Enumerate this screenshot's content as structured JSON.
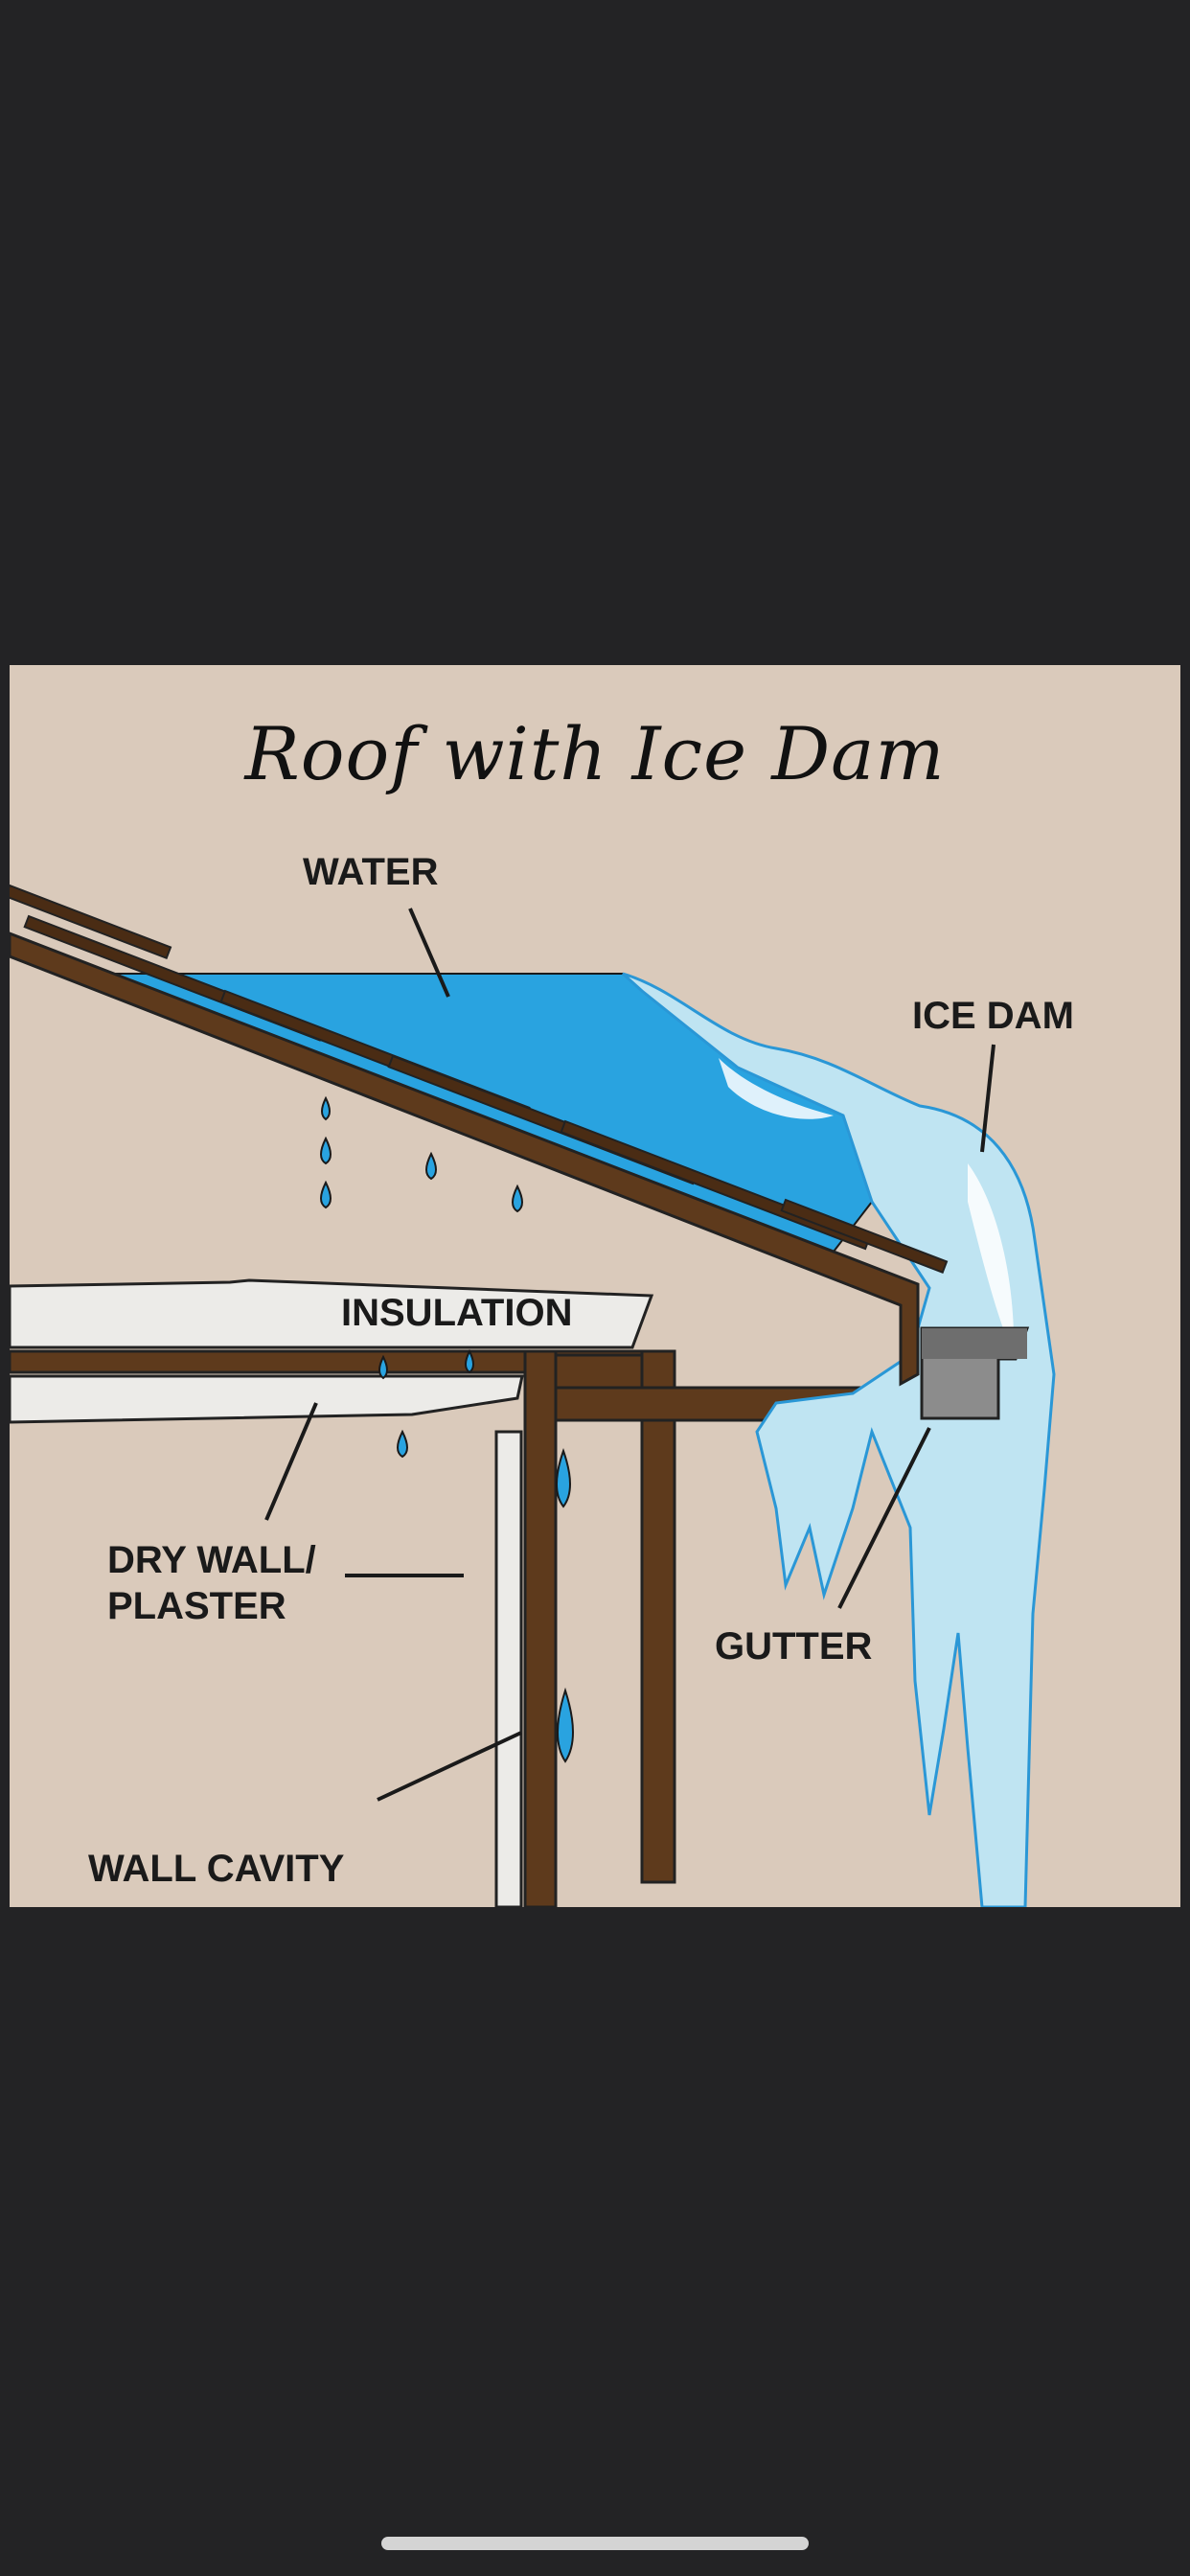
{
  "diagram": {
    "title": "Roof with Ice Dam",
    "labels": {
      "water": "WATER",
      "ice_dam": "ICE DAM",
      "insulation": "INSULATION",
      "drywall_line1": "DRY WALL/",
      "drywall_line2": "PLASTER",
      "gutter": "GUTTER",
      "wall_cavity": "WALL CAVITY"
    },
    "colors": {
      "background": "#dacabb",
      "wood": "#5e3a1c",
      "water": "#29a3e0",
      "ice": "#bfe4f2",
      "gutter": "#8c8c8c",
      "insulation": "#ecebe8",
      "screen_border": "#232325"
    }
  }
}
